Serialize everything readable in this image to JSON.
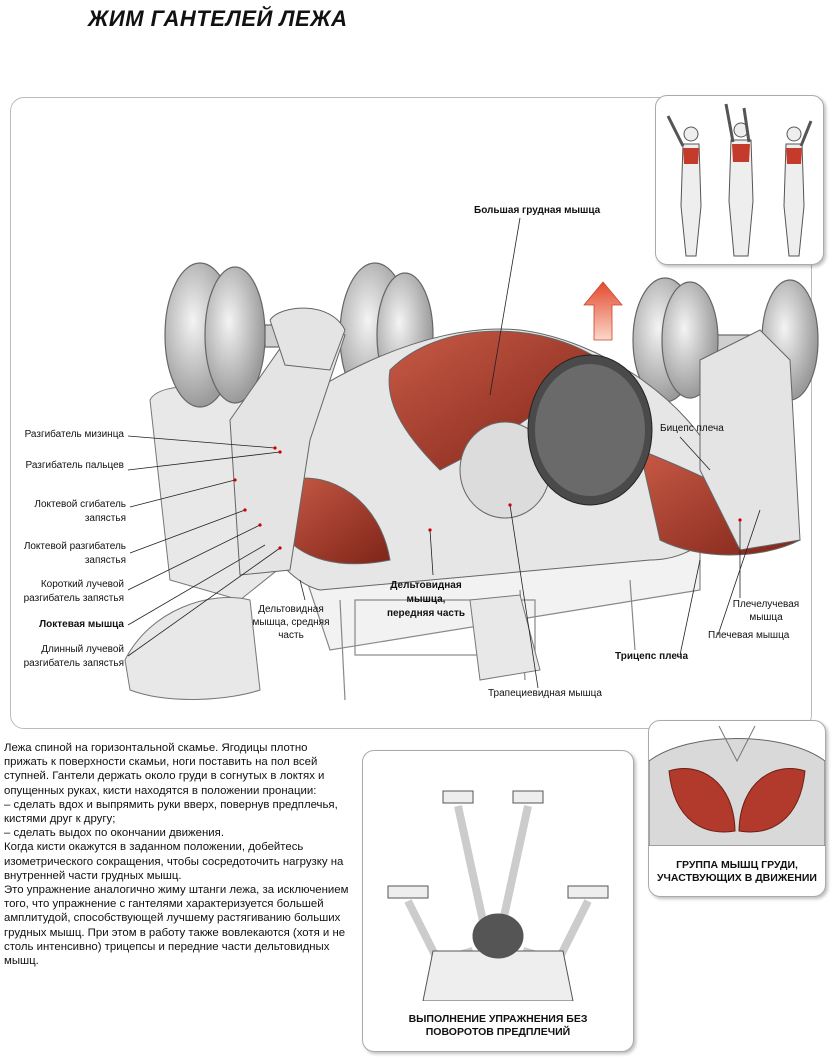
{
  "title": "ЖИМ ГАНТЕЛЕЙ ЛЕЖА",
  "muscle_labels": {
    "pectoralis_major": "Большая грудная мышца",
    "extensor_digiti_minimi": "Разгибатель мизинца",
    "extensor_digitorum": "Разгибатель пальцев",
    "flexor_carpi_ulnaris": "Локтевой сгибатель запястья",
    "extensor_carpi_ulnaris": "Локтевой разгибатель запястья",
    "extensor_carpi_radialis_brevis": "Короткий лучевой разгибатель запястья",
    "anconeus": "Локтевая мышца",
    "extensor_carpi_radialis_longus": "Длинный лучевой разгибатель запястья",
    "deltoid_middle": "Дельтовидная мышца, средняя часть",
    "deltoid_anterior": "Дельтовидная мышца, передняя часть",
    "trapezius": "Трапециевидная мышца",
    "biceps": "Бицепс плеча",
    "brachioradialis": "Плечелучевая мышца",
    "brachialis": "Плечевая мышца",
    "triceps": "Трицепс плеча"
  },
  "description": [
    "Лежа спиной на горизонтальной скамье. Ягодицы плотно прижать к поверхности скамьи, ноги поставить на пол всей ступней. Гантели держать около груди в согнутых в локтях и опущенных руках, кисти находятся в положении пронации:",
    "– сделать вдох и выпрямить руки вверх, повернув предплечья, кистями друг к другу;",
    "– сделать выдох по окончании движения.",
    "Когда кисти окажутся в заданном положении, добейтесь изометрического сокращения, чтобы сосредоточить нагрузку на внутренней части грудных мышц.",
    "Это упражнение аналогично жиму штанги лежа, за исключением того, что упражнение с гантелями характеризуется большей амплитудой, способствующей лучшему растягиванию больших грудных мышц. При этом в работу также вовлекаются (хотя и не столь интенсивно) трицепсы и передние части дельтовидных мышц."
  ],
  "captions": {
    "chest_group": "ГРУППА МЫШЦ ГРУДИ, УЧАСТВУЮЩИХ В ДВИЖЕНИИ",
    "execution": "ВЫПОЛНЕНИЕ УПРАЖНЕНИЯ БЕЗ ПОВОРОТОВ ПРЕДПЛЕЧИЙ"
  },
  "colors": {
    "muscle_red": "#b13a2c",
    "arrow_red": "#e0472d",
    "sketch_gray": "#8a8a8a"
  }
}
